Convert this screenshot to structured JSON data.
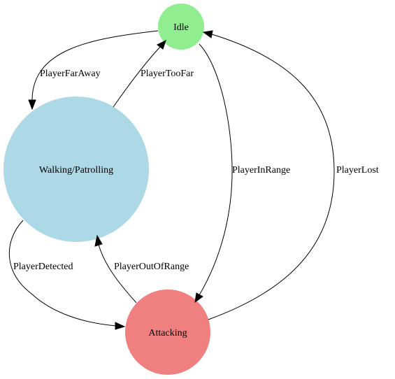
{
  "states": {
    "idle": {
      "label": "Idle",
      "color": "#90ee90"
    },
    "walking": {
      "label": "Walking/Patrolling",
      "color": "#add8e6"
    },
    "attacking": {
      "label": "Attacking",
      "color": "#f08080"
    }
  },
  "transitions": {
    "player_far_away": {
      "label": "PlayerFarAway",
      "from": "Idle",
      "to": "Walking/Patrolling"
    },
    "player_too_far": {
      "label": "PlayerTooFar",
      "from": "Walking/Patrolling",
      "to": "Idle"
    },
    "player_in_range": {
      "label": "PlayerInRange",
      "from": "Idle",
      "to": "Attacking"
    },
    "player_lost": {
      "label": "PlayerLost",
      "from": "Attacking",
      "to": "Idle"
    },
    "player_detected": {
      "label": "PlayerDetected",
      "from": "Walking/Patrolling",
      "to": "Attacking"
    },
    "player_out_of_range": {
      "label": "PlayerOutOfRange",
      "from": "Attacking",
      "to": "Walking/Patrolling"
    }
  }
}
